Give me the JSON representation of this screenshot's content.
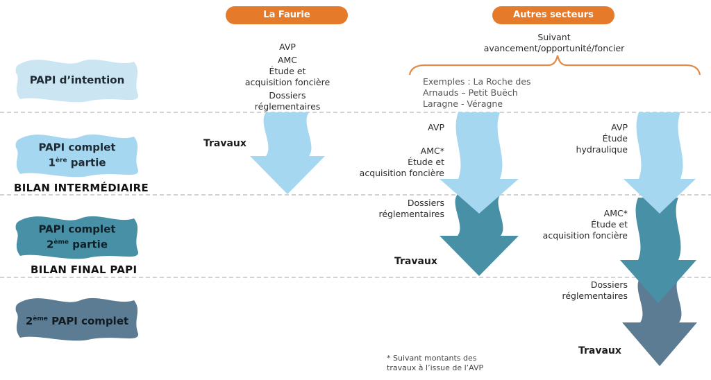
{
  "headers": {
    "la_faurie": "La Faurie",
    "autres_secteurs": "Autres secteurs"
  },
  "phases": [
    {
      "line1": "PAPI d’intention",
      "line2": ""
    },
    {
      "line1": "PAPI complet",
      "sup": "ère",
      "num": "1",
      "line2": " partie"
    },
    {
      "line1": "PAPI complet",
      "sup": "ème",
      "num": "2",
      "line2": " partie"
    },
    {
      "num": "2",
      "sup": "ème",
      "line1": " PAPI complet"
    }
  ],
  "bilans": {
    "intermediaire": "BILAN INTERMÉDIAIRE",
    "final": "BILAN FINAL PAPI"
  },
  "la_faurie": {
    "steps": [
      "AVP",
      "AMC",
      "Étude et",
      "acquisition foncière",
      "Dossiers",
      "réglementaires"
    ],
    "travaux": "Travaux"
  },
  "autres": {
    "suivant": [
      "Suivant",
      "avancement/opportunité/foncier"
    ],
    "exemples": [
      "Exemples : La Roche des",
      "Arnauds – Petit Buëch",
      "Laragne - Véragne"
    ],
    "col1": {
      "avp": "AVP",
      "amc": [
        "AMC*",
        "Étude et",
        "acquisition foncière"
      ],
      "dossiers": [
        "Dossiers",
        "réglementaires"
      ],
      "travaux": "Travaux"
    },
    "col2": {
      "avp": [
        "AVP",
        "Étude",
        "hydraulique"
      ],
      "amc": [
        "AMC*",
        "Étude et",
        "acquisition foncière"
      ],
      "dossiers": [
        "Dossiers",
        "réglementaires"
      ],
      "travaux": "Travaux"
    }
  },
  "footnote": [
    "* Suivant montants des",
    "travaux à l’issue de l’AVP"
  ],
  "colors": {
    "orange": "#e67a2b",
    "light_blue": "#a5d7f1",
    "teal": "#4790a6",
    "slate": "#5c7c93",
    "cloud1": "#cce5f3"
  }
}
